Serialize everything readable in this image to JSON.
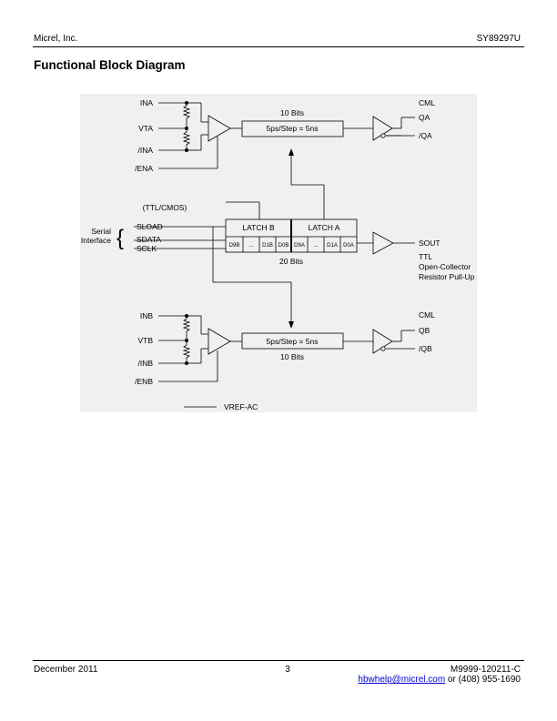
{
  "header": {
    "left": "Micrel, Inc.",
    "right": "SY89297U"
  },
  "section_title": "Functional Block Diagram",
  "diagram": {
    "channel_a": {
      "inputs": [
        "INA",
        "VTA",
        "/INA"
      ],
      "enable": "/ENA",
      "bits": "10 Bits",
      "delay": "5ps/Step = 5ns",
      "output_type": "CML",
      "outputs": [
        "QA",
        "/QA"
      ]
    },
    "serial": {
      "level": "(TTL/CMOS)",
      "group_label": [
        "Serial",
        "Interface"
      ],
      "brace": "{",
      "signals": [
        "SLOAD",
        "SDATA",
        "SCLK"
      ],
      "latch_b": "LATCH B",
      "latch_a": "LATCH A",
      "cells": [
        "D9B",
        "...",
        "D1B",
        "D0B",
        "D9A",
        "...",
        "D1A",
        "D0A"
      ],
      "bits": "20 Bits",
      "output": "SOUT",
      "output_type": [
        "TTL",
        "Open-Collector",
        "Resistor Pull-Up"
      ]
    },
    "channel_b": {
      "inputs": [
        "INB",
        "VTB",
        "/INB"
      ],
      "enable": "/ENB",
      "bits": "10 Bits",
      "delay": "5ps/Step = 5ns",
      "output_type": "CML",
      "outputs": [
        "QB",
        "/QB"
      ]
    },
    "vref": "VREF-AC"
  },
  "footer": {
    "date": "December 2011",
    "page": "3",
    "doc_number": "M9999-120211-C",
    "email": "hbwhelp@micrel.com",
    "phone": " or (408) 955-1690"
  }
}
